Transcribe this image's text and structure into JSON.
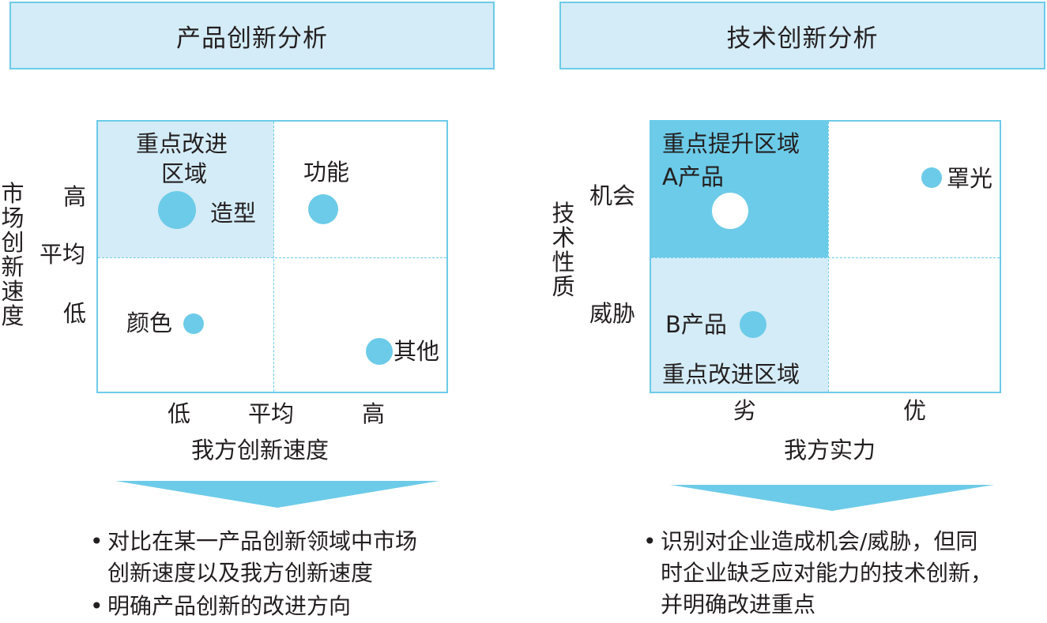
{
  "left": {
    "header": "产品创新分析",
    "y_axis_title": [
      "市",
      "场",
      "创",
      "新",
      "速",
      "度"
    ],
    "y_ticks": {
      "high": "高",
      "mid": "平均",
      "low": "低"
    },
    "x_ticks": {
      "low": "低",
      "mid": "平均",
      "high": "高"
    },
    "x_axis_title": "我方创新速度",
    "region_label_line1": "重点改进",
    "region_label_line2": "区域",
    "items": [
      {
        "label": "造型"
      },
      {
        "label": "功能"
      },
      {
        "label": "颜色"
      },
      {
        "label": "其他"
      }
    ],
    "bullets": [
      {
        "mark": "•",
        "line1": "对比在某一产品创新领域中市场",
        "line2": "创新速度以及我方创新速度"
      },
      {
        "mark": "•",
        "line1": "明确产品创新的改进方向"
      }
    ]
  },
  "right": {
    "header": "技术创新分析",
    "y_axis_title": [
      "技",
      "术",
      "性",
      "质"
    ],
    "y_ticks": {
      "top": "机会",
      "bottom": "威胁"
    },
    "x_ticks": {
      "left": "劣",
      "right": "优"
    },
    "x_axis_title": "我方实力",
    "top_region_label": "重点提升区域",
    "bottom_region_label": "重点改进区域",
    "items": [
      {
        "label": "A产品"
      },
      {
        "label": "罩光"
      },
      {
        "label": "B产品"
      }
    ],
    "bullets": [
      {
        "mark": "•",
        "line1": "识别对企业造成机会/威胁，但同",
        "line2": "时企业缺乏应对能力的技术创新，",
        "line3": "并明确改进重点"
      }
    ]
  },
  "colors": {
    "header_fill": "#d4ecf7",
    "accent": "#6ccbe8",
    "light_quadrant": "#d4ecf7",
    "strong_quadrant": "#6ccbe8",
    "text": "#231f20"
  }
}
